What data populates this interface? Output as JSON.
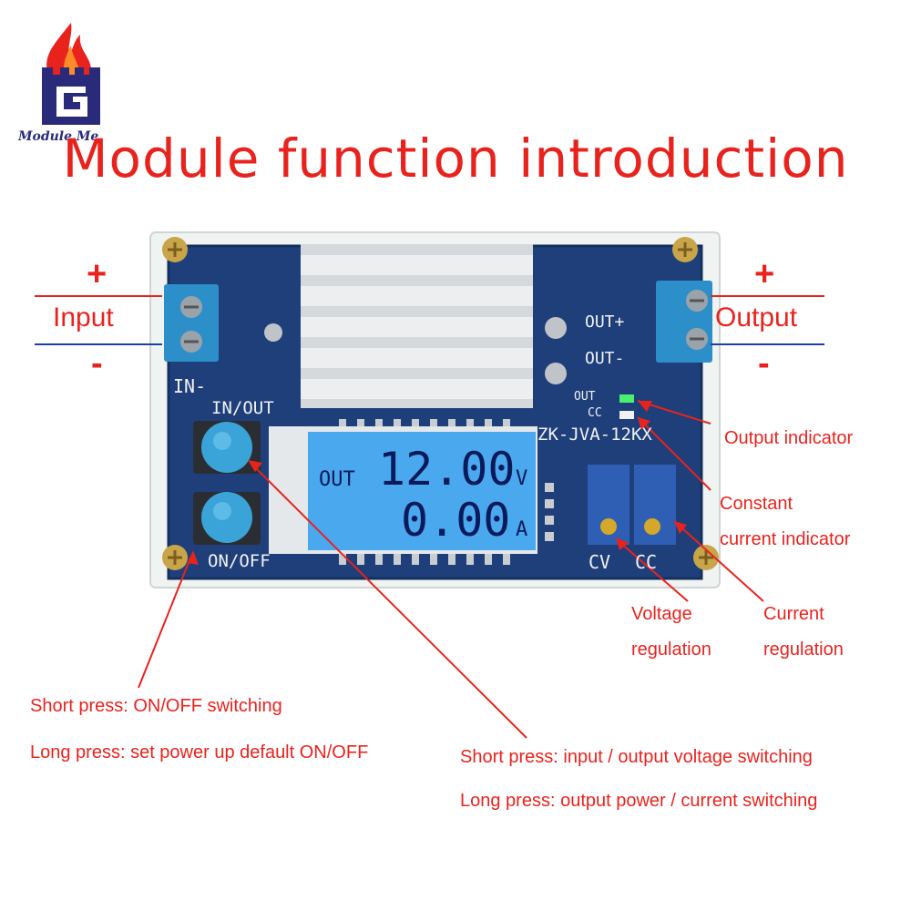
{
  "logo": {
    "text": "Module.Me"
  },
  "title": "Module function introduction",
  "terminals": {
    "input": {
      "plus": "+",
      "label": "Input",
      "minus": "-"
    },
    "output": {
      "plus": "+",
      "label": "Output",
      "minus": "-"
    }
  },
  "board": {
    "in_minus": "IN-",
    "in_out": "IN/OUT",
    "on_off": "ON/OFF",
    "out_plus": "OUT+",
    "out_minus": "OUT-",
    "ind_out": "OUT",
    "ind_cc": "CC",
    "model": "ZK-JVA-12KX",
    "cv": "CV",
    "cc": "CC"
  },
  "lcd": {
    "mode": "OUT",
    "voltage": "12.00",
    "voltage_unit": "V",
    "current": "0.00",
    "current_unit": "A"
  },
  "callouts": {
    "output_indicator": "Output indicator",
    "cc_line1": "Constant",
    "cc_line2": "current indicator",
    "voltage_line1": "Voltage",
    "voltage_line2": "regulation",
    "current_line1": "Current",
    "current_line2": "regulation",
    "onoff_short": "Short press: ON/OFF switching",
    "onoff_long": "Long press: set power up default ON/OFF",
    "inout_short": "Short press: input / output voltage switching",
    "inout_long": "Long press: output power / current switching"
  },
  "colors": {
    "accent": "#e8231e",
    "pcb": "#1e3f7a",
    "button": "#3aa3d8",
    "lcd": "#4aa8ef",
    "terminal": "#2d8fc9"
  }
}
